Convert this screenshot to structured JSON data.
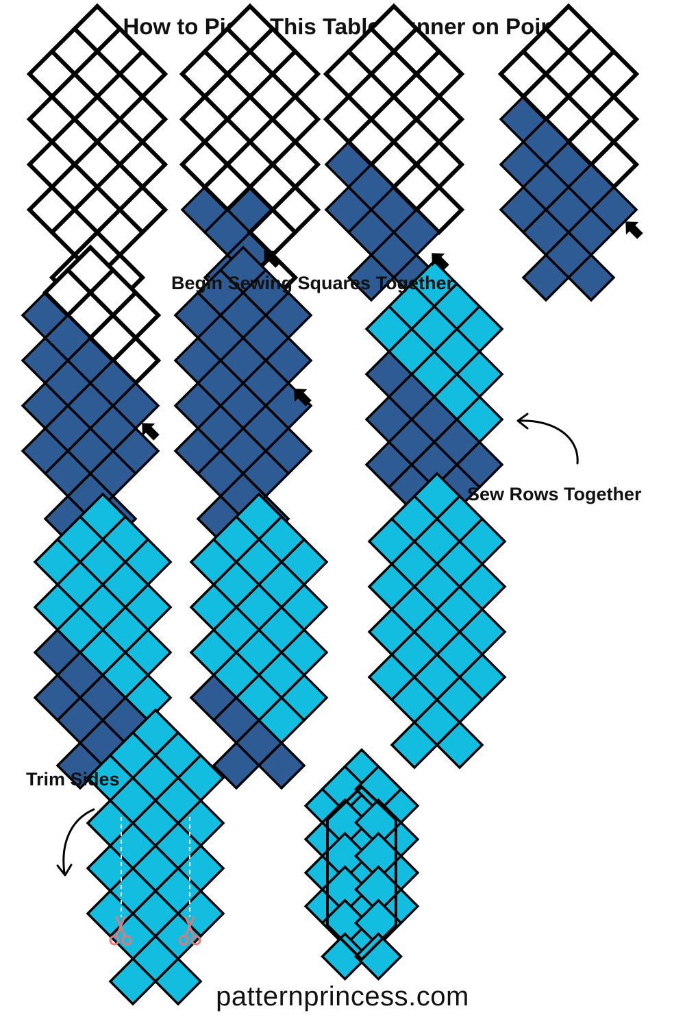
{
  "title": "How to Piece This Table Runner on Point",
  "labels": {
    "begin_sewing": "Begin Sewing Squares Together",
    "sew_rows": "Sew Rows Together",
    "trim_sides": "Trim Sides"
  },
  "footer": "patternprincess.com",
  "colors": {
    "unsewn_square": "#ffffff",
    "sewn_square": "#2e5b93",
    "joined_square": "#13bde0",
    "outline": "#000000",
    "scissors": "#e07a7a",
    "cut_line": "#ffffff"
  },
  "icons": [
    "arrow-pointer-icon",
    "curved-arrow-icon",
    "scissors-icon",
    "cut-line"
  ]
}
